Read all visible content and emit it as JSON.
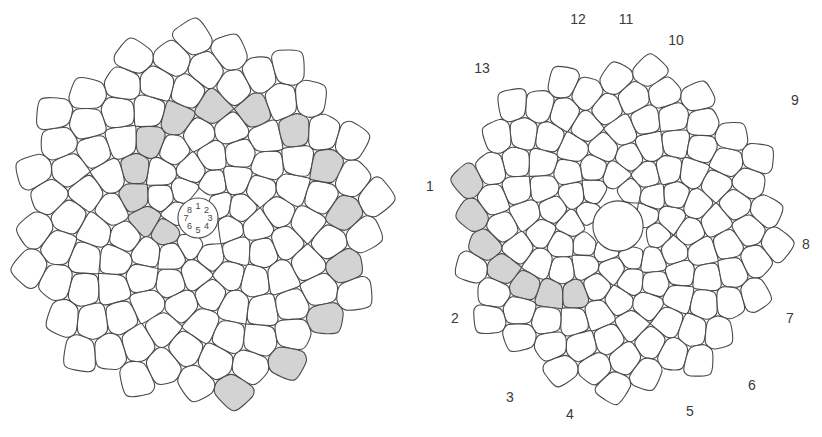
{
  "diagram": {
    "labels": [
      "1",
      "2",
      "3",
      "4",
      "5",
      "6",
      "7",
      "8",
      "1",
      "2",
      "3",
      "4",
      "5",
      "6",
      "7",
      "8",
      "9",
      "10",
      "11",
      "12",
      "13"
    ]
  }
}
